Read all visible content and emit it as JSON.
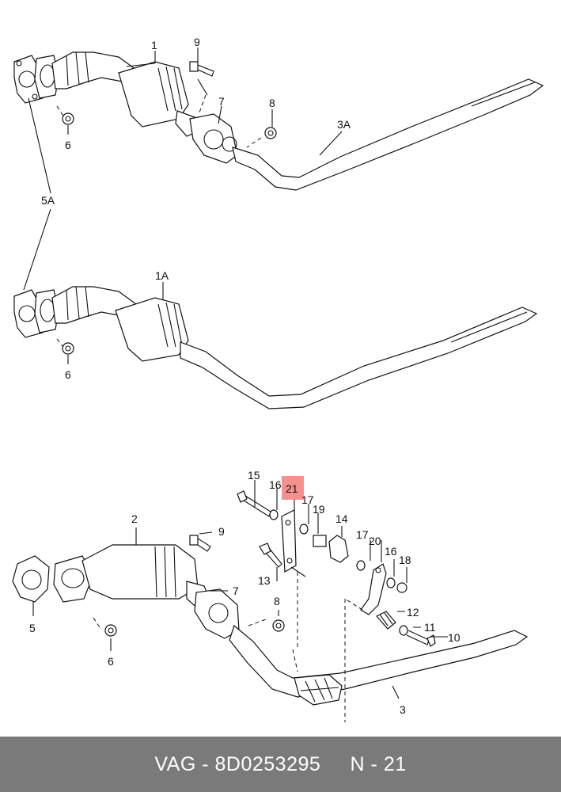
{
  "diagram": {
    "labels": {
      "l1": "1",
      "l9a": "9",
      "l7a": "7",
      "l8a": "8",
      "l3a": "3A",
      "l6a": "6",
      "l5a": "5A",
      "l1a": "1A",
      "l6b": "6",
      "l15": "15",
      "l16a": "16",
      "l21": "21",
      "l17a": "17",
      "l19": "19",
      "l14": "14",
      "l2": "2",
      "l9b": "9",
      "l13": "13",
      "l7b": "7",
      "l17b": "17",
      "l20": "20",
      "l16b": "16",
      "l18": "18",
      "l12": "12",
      "l11": "11",
      "l10": "10",
      "l8b": "8",
      "l5": "5",
      "l6c": "6",
      "l3": "3"
    },
    "highlight_color": "#f06b6b"
  },
  "footer": {
    "brand": "VAG",
    "sep1": " - ",
    "part_number": "8D0253295",
    "gap": "     ",
    "ref": "N - 21"
  }
}
